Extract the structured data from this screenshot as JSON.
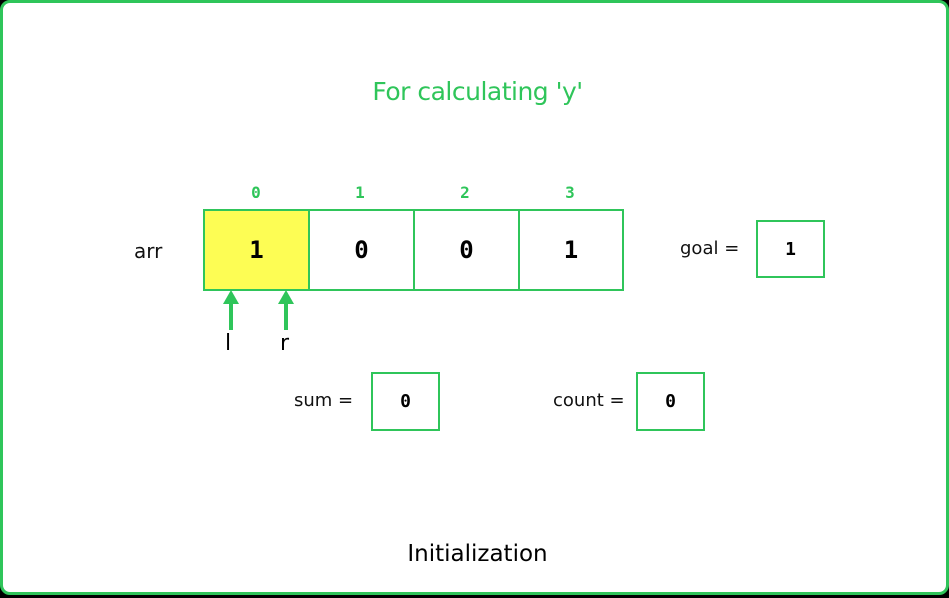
{
  "title": "For calculating 'y'",
  "array": {
    "label": "arr",
    "indices": [
      "0",
      "1",
      "2",
      "3"
    ],
    "values": [
      "1",
      "0",
      "0",
      "1"
    ],
    "highlighted_index": 0
  },
  "pointers": {
    "left": {
      "label": "l",
      "index": 0
    },
    "right": {
      "label": "r",
      "index": 0
    }
  },
  "goal": {
    "label": "goal =",
    "value": "1"
  },
  "sum": {
    "label": "sum =",
    "value": "0"
  },
  "count": {
    "label": "count =",
    "value": "0"
  },
  "caption": "Initialization",
  "colors": {
    "accent": "#2fc55a",
    "highlight": "#fdfd54",
    "text": "#000000",
    "background": "#ffffff"
  }
}
